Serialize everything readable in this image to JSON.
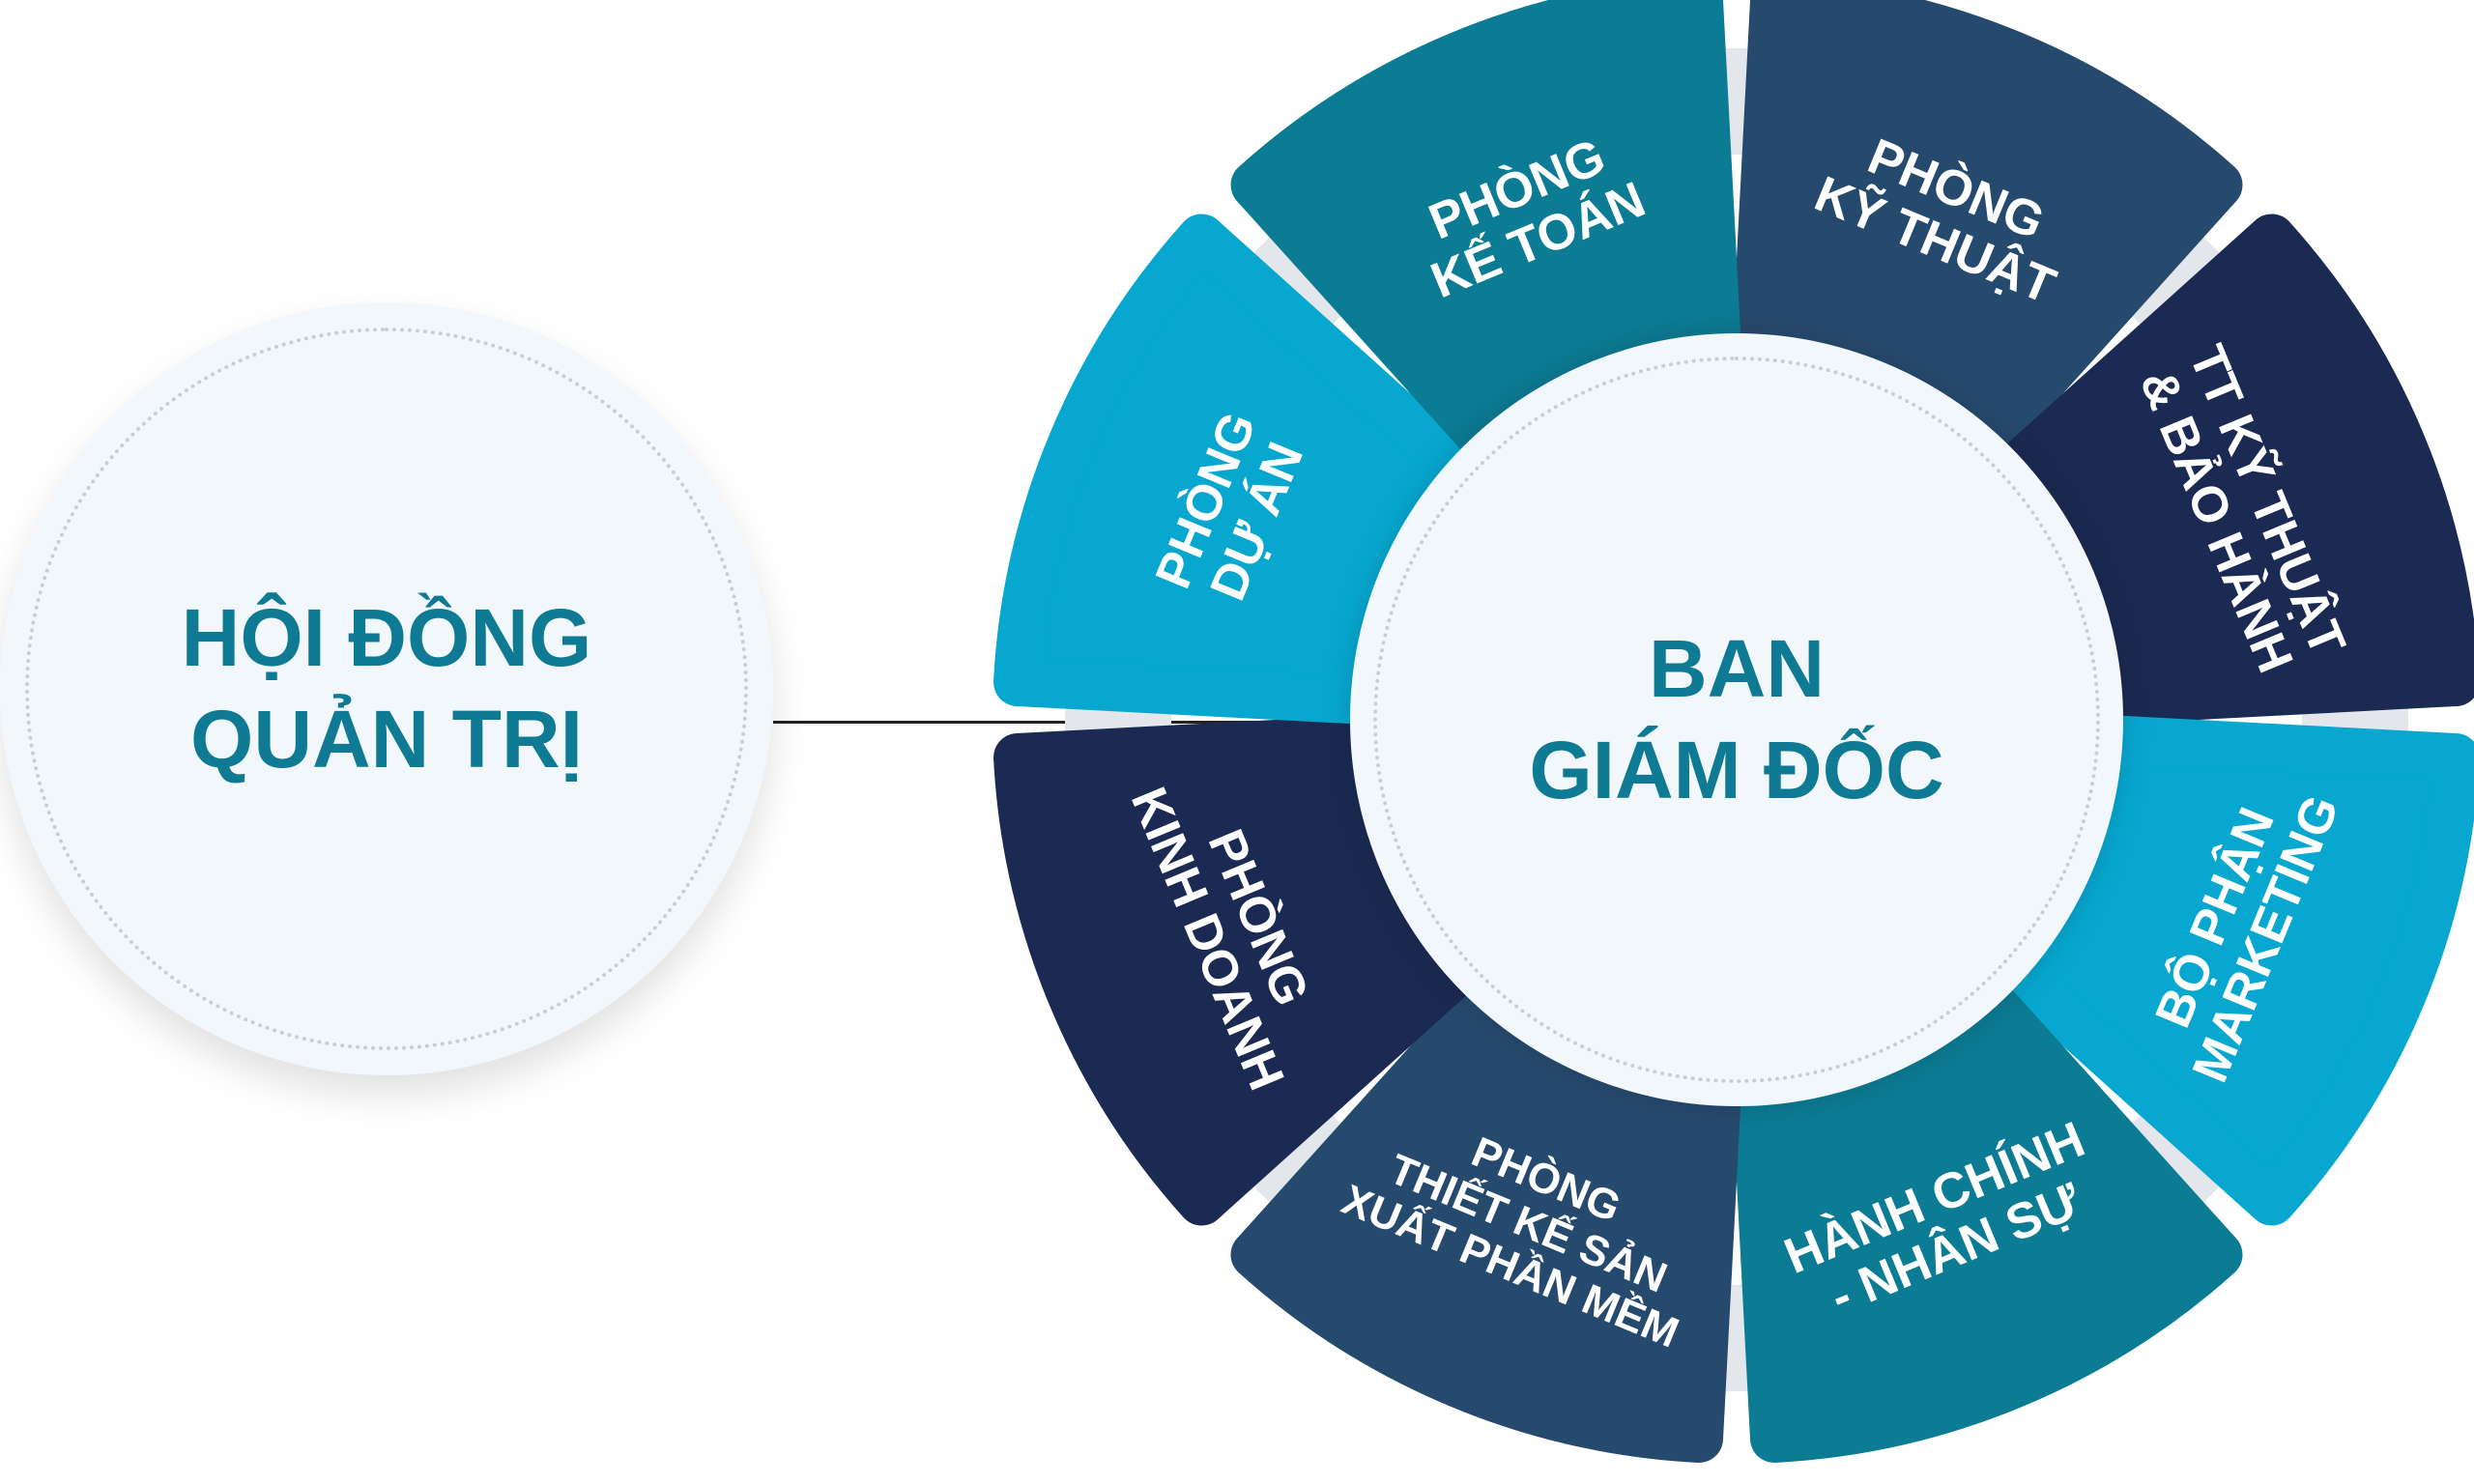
{
  "board": {
    "title": "HỘI ĐỒNG\nQUẢN TRỊ"
  },
  "ceo": {
    "title": "BAN\nGIÁM ĐỐC"
  },
  "departments": [
    {
      "label": "PHÒNG\nKỸ THUẬT",
      "color": "#264a6e"
    },
    {
      "label": "TT KỸ THUẬT\n& BẢO HÀNH",
      "color": "#1b2a52"
    },
    {
      "label": "BỘ PHẬN\nMARKETING",
      "color": "#07a7cf"
    },
    {
      "label": "HÀNH CHÍNH\n- NHÂN SỰ",
      "color": "#0c7b94"
    },
    {
      "label": "PHÒNG\nTHIẾT KẾ SẢN\nXUẤT PHẦN MỀM",
      "color": "#264a6e"
    },
    {
      "label": "PHÒNG\nKINH DOANH",
      "color": "#1b2a52"
    },
    {
      "label": "PHÒNG\nDỰ ÁN",
      "color": "#07a7cf"
    },
    {
      "label": "PHÒNG\nKẾ TOÁN",
      "color": "#0c7b94"
    }
  ],
  "colors": {
    "title_text": "#0e7a93",
    "ring": "#e3e6ea",
    "circle_fill": "#f2f7fb"
  }
}
